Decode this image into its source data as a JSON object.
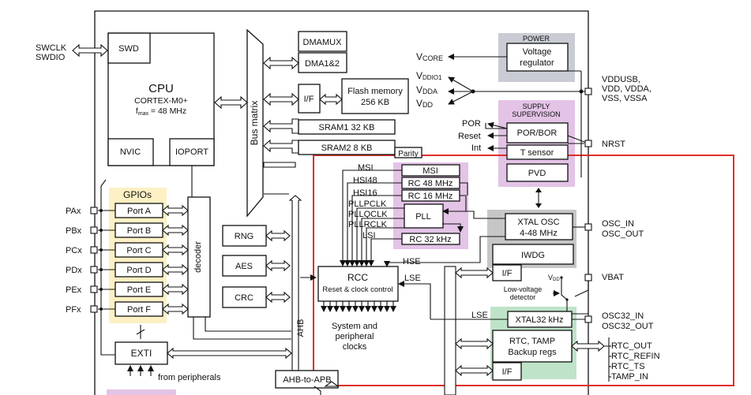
{
  "colors": {
    "gpio_bg": "#fdf0c4",
    "power_bg": "#c9ccd4",
    "supervision_bg": "#e3c3e6",
    "clock_bg": "#e3c3e6",
    "xtal_bg": "#c6c6c6",
    "rtc_bg": "#bfe3c8",
    "highlight": "#e0302a"
  },
  "left_pins": {
    "swclk": "SWCLK",
    "swdio": "SWDIO"
  },
  "swd": "SWD",
  "cpu": {
    "title": "CPU",
    "core": "CORTEX-M0+",
    "fmax": "f",
    "fmax_sub": "max",
    "fmax_val": " = 48 MHz"
  },
  "nvic": "NVIC",
  "ioport": "IOPORT",
  "bus_matrix": "Bus matrix",
  "dmamux": "DMAMUX",
  "dma": "DMA1&2",
  "iface": "I/F",
  "flash": {
    "line1": "Flash memory",
    "line2": "256 KB"
  },
  "sram1": "SRAM1 32 KB",
  "sram2": "SRAM2 8 KB",
  "parity": "Parity",
  "power": {
    "label": "POWER",
    "reg1": "Voltage",
    "reg2": "regulator",
    "vcore_main": "V",
    "vcore_sub": "CORE",
    "vddio_main": "V",
    "vddio_sub": "DDIO1",
    "vdda_main": "V",
    "vdda_sub": "DDA",
    "vdd_main": "V",
    "vdd_sub": "DD",
    "supply_pins": [
      "VDDUSB,",
      "VDD, VDDA,",
      "VSS, VSSA"
    ]
  },
  "supervision": {
    "label1": "SUPPLY",
    "label2": "SUPERVISION",
    "por_bor": "POR/BOR",
    "t_sensor": "T sensor",
    "pvd": "PVD",
    "por": "POR",
    "reset": "Reset",
    "int": "Int",
    "nrst": "NRST"
  },
  "gpio": {
    "label": "GPIOs",
    "ports": [
      "Port A",
      "Port B",
      "Port C",
      "Port D",
      "Port E",
      "Port F"
    ],
    "pins": [
      "PAx",
      "PBx",
      "PCx",
      "PDx",
      "PEx",
      "PFx"
    ]
  },
  "decoder": "decoder",
  "exti": "EXTI",
  "from_periph": "from peripherals",
  "periph": {
    "rng": "RNG",
    "aes": "AES",
    "crc": "CRC"
  },
  "ahb": "AHB",
  "ahb_apb": "AHB-to-APB",
  "clocks": {
    "msi_sig": "MSI",
    "hsi48_sig": "HSI48",
    "hsi16_sig": "HSI16",
    "pllp": "PLLPCLK",
    "pllq": "PLLQCLK",
    "pllr": "PLLRCLK",
    "lsi_sig": "LSI",
    "msi": "MSI",
    "rc48": "RC 48 MHz",
    "rc16": "RC 16 MHz",
    "pll": "PLL",
    "rc32": "RC 32 kHz",
    "hse": "HSE",
    "lse": "LSE",
    "lse2": "LSE"
  },
  "rcc": {
    "title": "RCC",
    "sub": "Reset & clock control"
  },
  "sys_clocks": [
    "System and",
    "peripheral",
    "clocks"
  ],
  "xtal_osc": {
    "line1": "XTAL OSC",
    "line2": "4-48 MHz"
  },
  "osc_pins": [
    "OSC_IN",
    "OSC_OUT"
  ],
  "iwdg": "IWDG",
  "vdd_small_main": "V",
  "vdd_small_sub": "DD",
  "vbat": "VBAT",
  "lv_det": [
    "Low-voltage",
    "detector"
  ],
  "xtal32": "XTAL32 kHz",
  "osc32_pins": [
    "OSC32_IN",
    "OSC32_OUT"
  ],
  "rtc": {
    "line1": "RTC, TAMP",
    "line2": "Backup regs"
  },
  "rtc_pins": [
    "RTC_OUT",
    "RTC_REFIN",
    "RTC_TS",
    "TAMP_IN"
  ]
}
